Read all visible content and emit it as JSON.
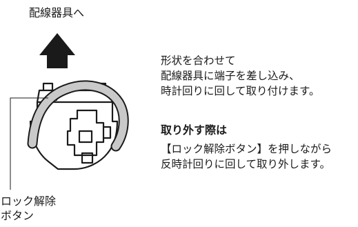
{
  "diagram": {
    "direction_label": "配線器具へ",
    "mount_instruction": [
      "形状を合わせて",
      "配線器具に端子を差し込み、",
      "時計回りに回して取り付けます。"
    ],
    "removal_heading": "取り外す際は",
    "removal_instruction": [
      "【ロック解除ボタン】を押しながら",
      "反時計回りに回して取り外します。"
    ],
    "button_label": [
      "ロック解除",
      "ボタン"
    ],
    "colors": {
      "outline": "#1a1a1a",
      "cable_fill": "#c9c9c9",
      "background": "#ffffff"
    },
    "icons": {
      "arrow": "arrow-up-icon",
      "device": "connector-part-icon"
    }
  }
}
